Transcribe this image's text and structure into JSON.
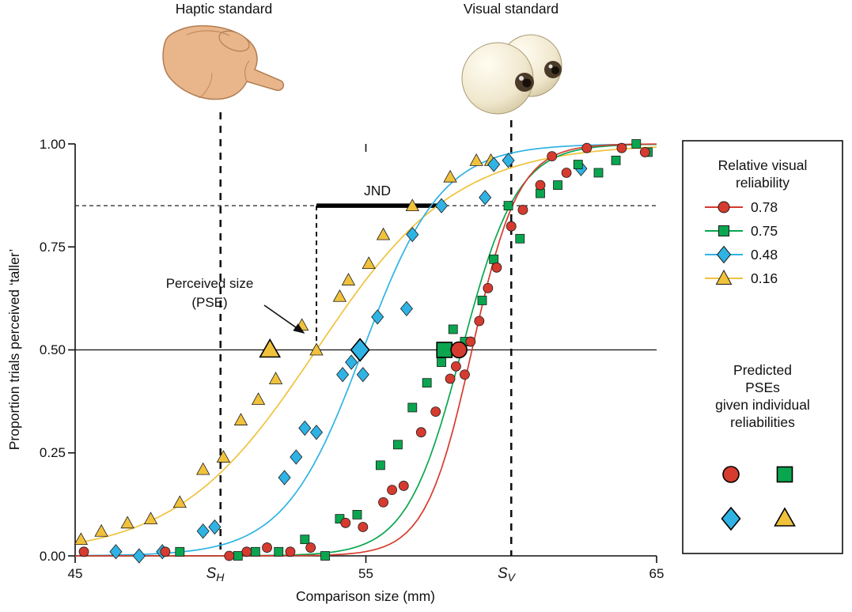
{
  "figure": {
    "haptic_standard_label": "Haptic standard",
    "visual_standard_label": "Visual standard"
  },
  "axes": {
    "x_label": "Comparison size (mm)",
    "y_label": "Proportion trials perceived ‘taller’",
    "x_tick_labels": [
      "45",
      "55",
      "65"
    ],
    "y_tick_labels": [
      "1.00",
      "0.75",
      "0.50",
      "0.25",
      "0.00"
    ],
    "haptic_standard": {
      "symbol": "S",
      "subscript": "H",
      "value": 50
    },
    "visual_standard": {
      "symbol": "S",
      "subscript": "V",
      "value": 60
    }
  },
  "annotations": {
    "jnd": "JND",
    "pse_line1": "Perceived size",
    "pse_line2": "(PSE)"
  },
  "legend": {
    "title": [
      "Relative visual",
      "reliability"
    ],
    "predicted": [
      "Predicted",
      "PSEs",
      "given individual",
      "reliabilities"
    ]
  },
  "chart_data": {
    "type": "scatter",
    "title": "Visual-haptic size discrimination: psychometric functions",
    "xlabel": "Comparison size (mm)",
    "ylabel": "Proportion trials perceived 'taller'",
    "xlim": [
      45,
      65
    ],
    "ylim": [
      0,
      1
    ],
    "grid": false,
    "legend_position": "right",
    "reference_lines": {
      "haptic_standard_x": 50,
      "visual_standard_x": 60,
      "pse_level_y": 0.5,
      "jnd_level_y": 0.85,
      "pse_x": 53.3,
      "jnd_bar_x": [
        53.3,
        57.5
      ]
    },
    "series": [
      {
        "name": "0.78",
        "relative_visual_reliability": 0.78,
        "color": "#d63b2f",
        "marker": "circle",
        "sigmoid": {
          "mu": 58.65,
          "s": 0.8
        },
        "predicted_pse": 58.2,
        "points": [
          [
            45.3,
            0.01
          ],
          [
            48.1,
            0.01
          ],
          [
            50.3,
            0.0
          ],
          [
            50.9,
            0.01
          ],
          [
            51.6,
            0.02
          ],
          [
            52.4,
            0.01
          ],
          [
            53.1,
            0.02
          ],
          [
            54.3,
            0.08
          ],
          [
            54.9,
            0.07
          ],
          [
            55.6,
            0.13
          ],
          [
            55.9,
            0.16
          ],
          [
            56.3,
            0.17
          ],
          [
            56.9,
            0.3
          ],
          [
            57.4,
            0.35
          ],
          [
            57.9,
            0.43
          ],
          [
            58.1,
            0.46
          ],
          [
            58.4,
            0.44
          ],
          [
            58.6,
            0.52
          ],
          [
            58.9,
            0.57
          ],
          [
            59.2,
            0.65
          ],
          [
            59.5,
            0.7
          ],
          [
            60.0,
            0.8
          ],
          [
            60.4,
            0.84
          ],
          [
            61.0,
            0.9
          ],
          [
            61.4,
            0.97
          ],
          [
            61.9,
            0.93
          ],
          [
            62.6,
            0.99
          ],
          [
            63.8,
            0.99
          ],
          [
            64.6,
            0.98
          ]
        ]
      },
      {
        "name": "0.75",
        "relative_visual_reliability": 0.75,
        "color": "#0aa64f",
        "marker": "square",
        "sigmoid": {
          "mu": 58.3,
          "s": 0.95
        },
        "predicted_pse": 57.7,
        "points": [
          [
            48.6,
            0.01
          ],
          [
            50.6,
            0.0
          ],
          [
            51.2,
            0.01
          ],
          [
            52.0,
            0.01
          ],
          [
            52.9,
            0.04
          ],
          [
            53.6,
            0.0
          ],
          [
            54.1,
            0.09
          ],
          [
            54.7,
            0.1
          ],
          [
            55.5,
            0.22
          ],
          [
            56.1,
            0.27
          ],
          [
            56.6,
            0.36
          ],
          [
            57.1,
            0.42
          ],
          [
            57.6,
            0.47
          ],
          [
            58.0,
            0.55
          ],
          [
            58.4,
            0.52
          ],
          [
            59.0,
            0.62
          ],
          [
            59.4,
            0.72
          ],
          [
            59.9,
            0.85
          ],
          [
            60.3,
            0.77
          ],
          [
            61.0,
            0.88
          ],
          [
            61.6,
            0.9
          ],
          [
            62.3,
            0.95
          ],
          [
            63.0,
            0.93
          ],
          [
            63.6,
            0.96
          ],
          [
            64.3,
            1.0
          ],
          [
            64.7,
            0.98
          ]
        ]
      },
      {
        "name": "0.48",
        "relative_visual_reliability": 0.48,
        "color": "#2fb3e4",
        "marker": "diamond",
        "sigmoid": {
          "mu": 54.9,
          "s": 1.35
        },
        "predicted_pse": 54.8,
        "points": [
          [
            46.4,
            0.01
          ],
          [
            47.2,
            0.0
          ],
          [
            48.0,
            0.01
          ],
          [
            49.4,
            0.06
          ],
          [
            49.8,
            0.07
          ],
          [
            52.2,
            0.19
          ],
          [
            52.6,
            0.24
          ],
          [
            52.9,
            0.31
          ],
          [
            53.3,
            0.3
          ],
          [
            54.2,
            0.44
          ],
          [
            54.5,
            0.47
          ],
          [
            54.9,
            0.44
          ],
          [
            55.4,
            0.58
          ],
          [
            56.4,
            0.6
          ],
          [
            56.6,
            0.78
          ],
          [
            57.6,
            0.85
          ],
          [
            59.1,
            0.87
          ],
          [
            59.4,
            0.95
          ],
          [
            59.9,
            0.96
          ],
          [
            62.4,
            0.94
          ]
        ]
      },
      {
        "name": "0.16",
        "relative_visual_reliability": 0.16,
        "color": "#f0c23c",
        "marker": "triangle",
        "sigmoid": {
          "mu": 53.3,
          "s": 2.4
        },
        "predicted_pse": 51.7,
        "points": [
          [
            45.2,
            0.04
          ],
          [
            45.9,
            0.06
          ],
          [
            46.8,
            0.08
          ],
          [
            47.6,
            0.09
          ],
          [
            48.6,
            0.13
          ],
          [
            49.4,
            0.21
          ],
          [
            50.1,
            0.24
          ],
          [
            50.7,
            0.33
          ],
          [
            51.3,
            0.38
          ],
          [
            51.9,
            0.43
          ],
          [
            52.8,
            0.56
          ],
          [
            53.3,
            0.5
          ],
          [
            54.1,
            0.63
          ],
          [
            54.4,
            0.67
          ],
          [
            55.1,
            0.71
          ],
          [
            55.6,
            0.78
          ],
          [
            56.6,
            0.85
          ],
          [
            57.9,
            0.92
          ],
          [
            58.8,
            0.96
          ],
          [
            59.3,
            0.96
          ]
        ]
      }
    ]
  }
}
